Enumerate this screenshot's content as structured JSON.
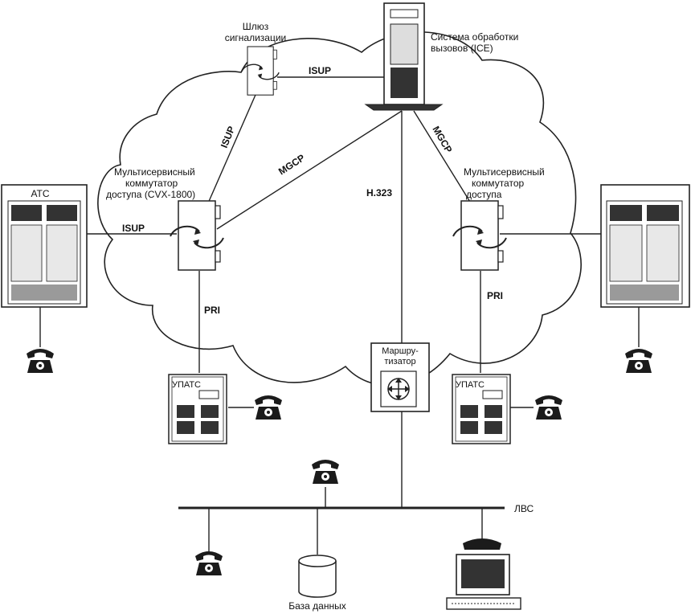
{
  "labels": {
    "signaling_gateway_1": "Шлюз",
    "signaling_gateway_2": "сигнализации",
    "ice_1": "Система обработки",
    "ice_2": "вызовов (ICE)",
    "mac_left_1": "Мультисервисный",
    "mac_left_2": "коммутатор",
    "mac_left_3": "доступа (CVX-1800)",
    "mac_right_1": "Мультисервисный",
    "mac_right_2": "коммутатор",
    "mac_right_3": "доступа",
    "ats": "АТС",
    "upats_left": "УПАТС",
    "upats_right": "УПАТС",
    "router_1": "Маршру-",
    "router_2": "тизатор",
    "lan": "ЛВС",
    "database": "База данных"
  },
  "protocols": {
    "isup_top": "ISUP",
    "isup_diag": "ISUP",
    "isup_left": "ISUP",
    "mgcp_left": "MGCP",
    "mgcp_right": "MGCP",
    "h323": "H.323",
    "pri_left": "PRI",
    "pri_right": "PRI"
  },
  "colors": {
    "line": "#222222",
    "fill_light": "#ffffff",
    "fill_dark": "#2a2a2a",
    "fill_mid": "#9a9a9a"
  }
}
